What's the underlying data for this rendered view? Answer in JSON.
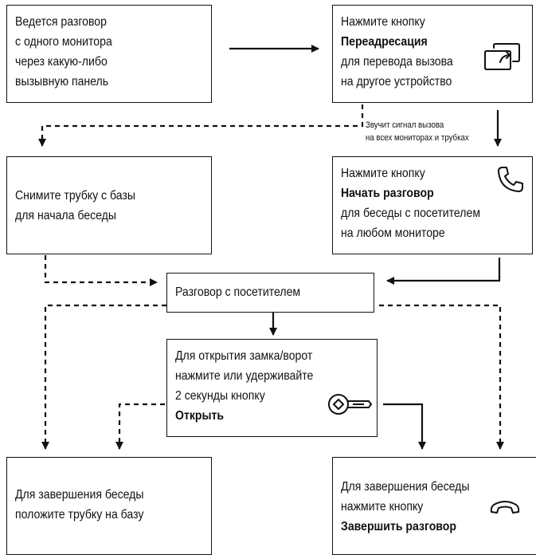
{
  "boxes": {
    "call_in_progress": {
      "line1": "Ведется разговор",
      "line2": "с одного монитора",
      "line3": "через какую-либо",
      "line4": "вызывную панель"
    },
    "forward": {
      "line1": "Нажмите кнопку",
      "line2_bold": "Переадресация",
      "line3": "для перевода вызова",
      "line4": "на другое устройство",
      "icon": "forward-icon"
    },
    "handset_pickup": {
      "line1": "Снимите трубку с базы",
      "line2": "для начала беседы"
    },
    "start_talk": {
      "line1": "Нажмите кнопку",
      "line2_bold": "Начать разговор",
      "line3": "для беседы с посетителем",
      "line4": "на любом мониторе",
      "icon": "phone-icon"
    },
    "talk_with_visitor": {
      "line1": "Разговор с посетителем"
    },
    "open_lock": {
      "line1": "Для открытия замка/ворот",
      "line2": "нажмите или удерживайте",
      "line3": "2 секунды кнопку",
      "line4_bold": "Открыть",
      "icon": "key-icon"
    },
    "end_handset": {
      "line1": "Для завершения беседы",
      "line2": "положите трубку на базу"
    },
    "end_button": {
      "line1": "Для завершения беседы",
      "line2": "нажмите кнопку",
      "line3_bold": "Завершить разговор",
      "icon": "hang-up-icon"
    }
  },
  "notes": {
    "ring_line1": "Звучит сигнал вызова",
    "ring_line2": "на всех мониторах и трубках"
  },
  "colors": {
    "stroke": "#111111",
    "background": "#ffffff"
  }
}
